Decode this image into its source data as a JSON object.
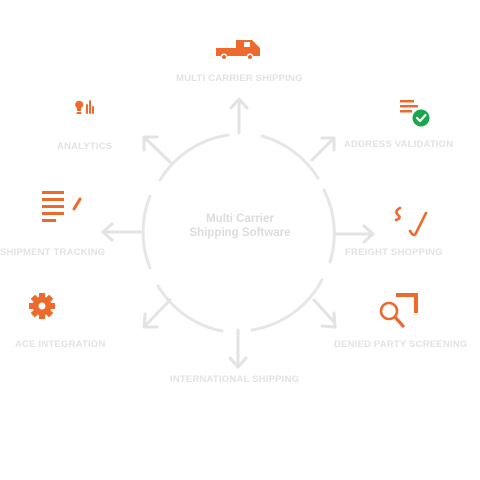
{
  "diagram": {
    "center_line1": "Multi Carrier",
    "center_line2": "Shipping Software",
    "nodes": {
      "multi_carrier_shipping": {
        "label": "MULTI CARRIER SHIPPING",
        "icon": "truck-icon"
      },
      "address_validation": {
        "label": "ADDRESS VALIDATION",
        "icon": "address-check-icon"
      },
      "freight_shopping": {
        "label": "FREIGHT SHOPPING",
        "icon": "route-icon"
      },
      "denied_party_screening": {
        "label": "DENIED PARTY SCREENING",
        "icon": "magnifier-document-icon"
      },
      "international_shipping": {
        "label": "INTERNATIONAL SHIPPING",
        "icon": ""
      },
      "ace_integration": {
        "label": "ACE INTEGRATION",
        "icon": "gear-icon"
      },
      "shipment_tracking": {
        "label": "SHIPMENT TRACKING",
        "icon": "list-pencil-icon"
      },
      "analytics": {
        "label": "ANALYTICS",
        "icon": "bulb-chart-icon"
      }
    },
    "colors": {
      "accent": "#ee6a2c",
      "success": "#1aa64a",
      "muted": "#e2e2e2",
      "ring": "#e6e6e6"
    }
  }
}
